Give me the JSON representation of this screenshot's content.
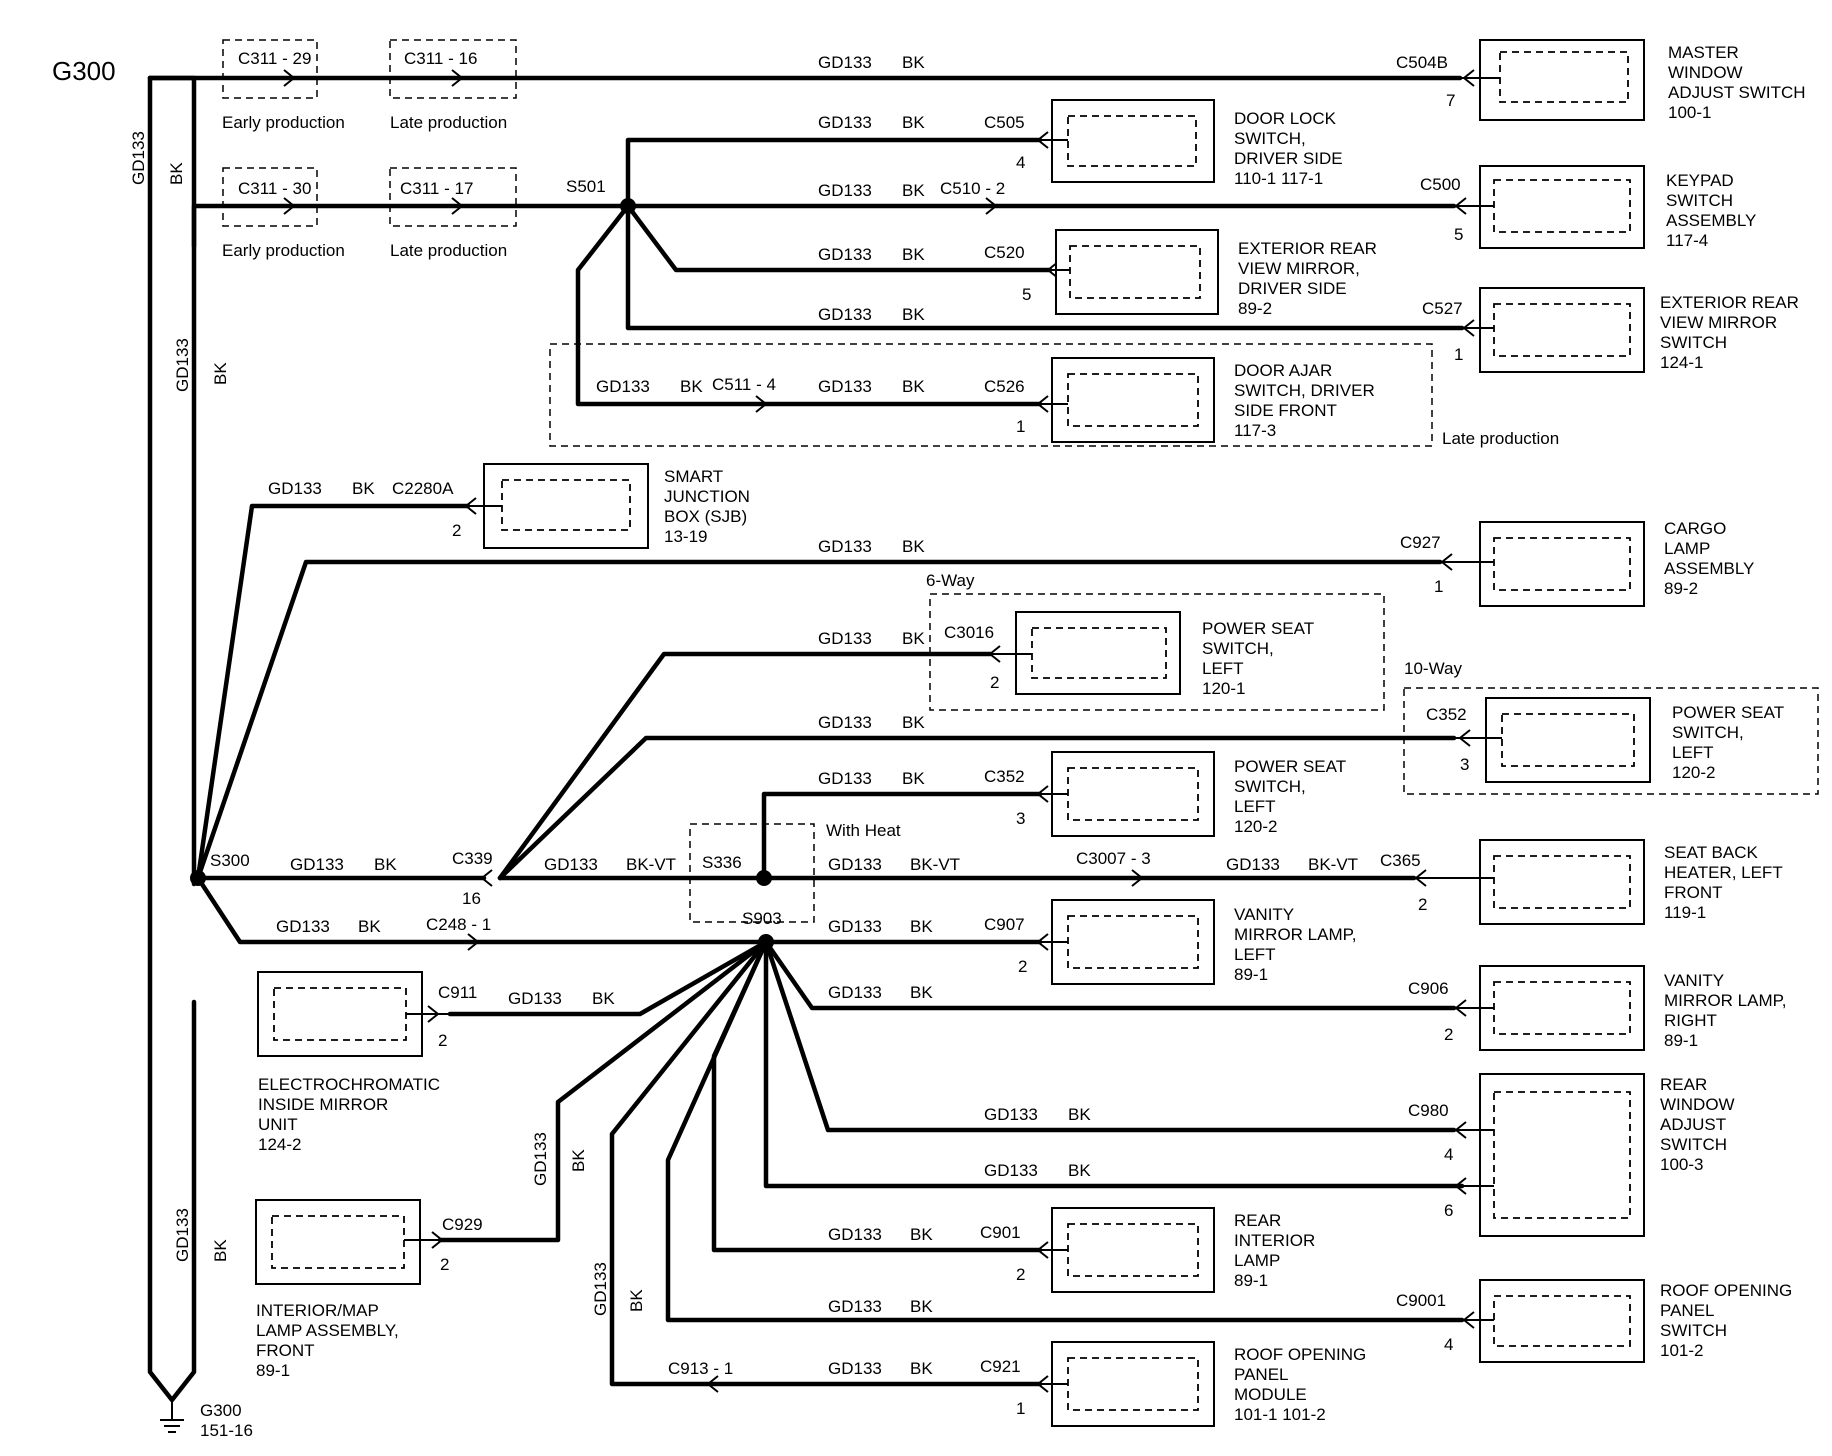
{
  "ground": {
    "label": "G300",
    "ref": "G300",
    "ref_page": "151-16"
  },
  "wire": {
    "circuit": "GD133",
    "color": "BK",
    "color_alt": "BK-VT"
  },
  "splices": {
    "s501": "S501",
    "s300": "S300",
    "s336": "S336",
    "s903": "S903"
  },
  "inline": {
    "c311_29": "C311 - 29",
    "c311_16": "C311 - 16",
    "c311_30": "C311 - 30",
    "c311_17": "C311 - 17",
    "early": "Early production",
    "late": "Late production",
    "c510": "C510 - 2",
    "c511": "C511 - 4",
    "c248": "C248 - 1",
    "c3007": "C3007 - 3",
    "c913": "C913 - 1",
    "c339": "C339",
    "c339_pin": "16",
    "late_production": "Late production",
    "six_way": "6-Way",
    "ten_way": "10-Way",
    "with_heat": "With Heat"
  },
  "components": {
    "master_window": {
      "conn": "C504B",
      "pin": "7",
      "name": [
        "MASTER",
        "WINDOW",
        "ADJUST SWITCH",
        "100-1"
      ]
    },
    "door_lock": {
      "conn": "C505",
      "pin": "4",
      "name": [
        "DOOR LOCK",
        "SWITCH,",
        "DRIVER SIDE",
        "110-1      117-1"
      ]
    },
    "keypad": {
      "conn": "C500",
      "pin": "5",
      "name": [
        "KEYPAD",
        "SWITCH",
        "ASSEMBLY",
        "117-4"
      ]
    },
    "ext_mirror": {
      "conn": "C520",
      "pin": "5",
      "name": [
        "EXTERIOR REAR",
        "VIEW MIRROR,",
        "DRIVER SIDE",
        "89-2"
      ]
    },
    "ext_mirror_switch": {
      "conn": "C527",
      "pin": "1",
      "name": [
        "EXTERIOR REAR",
        "VIEW MIRROR",
        "SWITCH",
        "124-1"
      ]
    },
    "door_ajar": {
      "conn": "C526",
      "pin": "1",
      "name": [
        "DOOR AJAR",
        "SWITCH, DRIVER",
        "SIDE FRONT",
        "117-3"
      ]
    },
    "sjb": {
      "conn": "C2280A",
      "pin": "2",
      "name": [
        "SMART",
        "JUNCTION",
        "BOX (SJB)",
        "13-19"
      ]
    },
    "cargo_lamp": {
      "conn": "C927",
      "pin": "1",
      "name": [
        "CARGO",
        "LAMP",
        "ASSEMBLY",
        "89-2"
      ]
    },
    "power_seat_6": {
      "conn": "C3016",
      "pin": "2",
      "name": [
        "POWER SEAT",
        "SWITCH,",
        "LEFT",
        "120-1"
      ]
    },
    "power_seat_10": {
      "conn": "C352",
      "pin": "3",
      "name": [
        "POWER SEAT",
        "SWITCH,",
        "LEFT",
        "120-2"
      ]
    },
    "power_seat_c352": {
      "conn": "C352",
      "pin": "3",
      "name": [
        "POWER SEAT",
        "SWITCH,",
        "LEFT",
        "120-2"
      ]
    },
    "seat_heater": {
      "conn": "C365",
      "pin": "2",
      "name": [
        "SEAT BACK",
        "HEATER, LEFT",
        "FRONT",
        "119-1"
      ]
    },
    "vanity_left": {
      "conn": "C907",
      "pin": "2",
      "name": [
        "VANITY",
        "MIRROR LAMP,",
        "LEFT",
        "89-1"
      ]
    },
    "vanity_right": {
      "conn": "C906",
      "pin": "2",
      "name": [
        "VANITY",
        "MIRROR LAMP,",
        "RIGHT",
        "89-1"
      ]
    },
    "electrochromatic": {
      "conn": "C911",
      "pin": "2",
      "name": [
        "ELECTROCHROMATIC",
        "INSIDE MIRROR",
        "UNIT",
        "124-2"
      ]
    },
    "rear_window": {
      "conn": "C980",
      "pin_a": "4",
      "pin_b": "6",
      "name": [
        "REAR",
        "WINDOW",
        "ADJUST",
        "SWITCH",
        "100-3"
      ]
    },
    "interior_map": {
      "conn": "C929",
      "pin": "2",
      "name": [
        "INTERIOR/MAP",
        "LAMP ASSEMBLY,",
        "FRONT",
        "89-1"
      ]
    },
    "rear_interior": {
      "conn": "C901",
      "pin": "2",
      "name": [
        "REAR",
        "INTERIOR",
        "LAMP",
        "89-1"
      ]
    },
    "roof_switch": {
      "conn": "C9001",
      "pin": "4",
      "name": [
        "ROOF OPENING",
        "PANEL",
        "SWITCH",
        "101-2"
      ]
    },
    "roof_module": {
      "conn": "C921",
      "pin": "1",
      "name": [
        "ROOF OPENING",
        "PANEL",
        "MODULE",
        "101-1      101-2"
      ]
    }
  }
}
